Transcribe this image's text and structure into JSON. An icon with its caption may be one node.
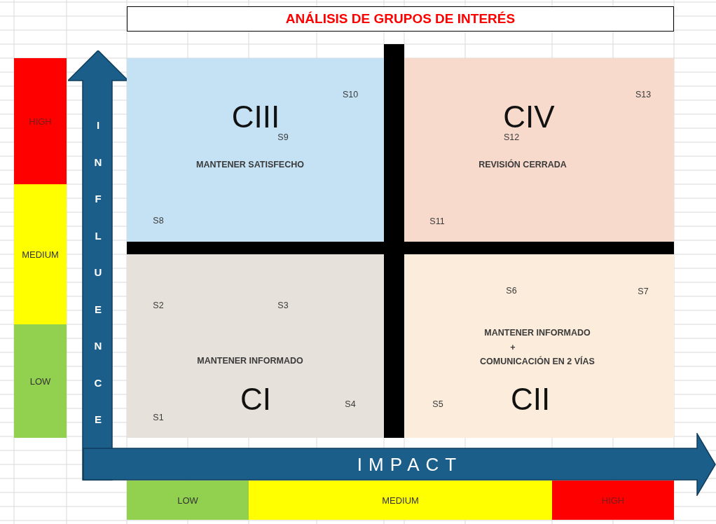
{
  "diagram": {
    "title": "ANÁLISIS DE GRUPOS DE INTERÉS",
    "nodes": [
      {
        "text": [
          "HIGH"
        ]
      },
      {
        "text": [
          "MEDIUM"
        ]
      },
      {
        "text": [
          "LOW"
        ]
      },
      {
        "text": [
          "INFLUENCE"
        ]
      },
      {
        "text": [
          "CIII",
          "MANTENER SATISFECHO"
        ]
      },
      {
        "text": [
          "CIV",
          "REVISIÓN CERRADA"
        ]
      },
      {
        "text": [
          "MANTENER INFORMADO",
          "CI"
        ]
      },
      {
        "text": [
          "MANTENER INFORMADO",
          "+",
          "COMUNICACIÓN EN 2 VÍAS",
          "CII"
        ]
      },
      {
        "text": [
          "IMPACT"
        ]
      },
      {
        "text": [
          "LOW"
        ]
      },
      {
        "text": [
          "MEDIUM"
        ]
      },
      {
        "text": [
          "HIGH"
        ]
      }
    ],
    "edges": [],
    "labels": [
      "S10",
      "S13",
      "S9",
      "S12",
      "S8",
      "S11",
      "S6",
      "S7",
      "S2",
      "S3",
      "S4",
      "S5",
      "S1"
    ]
  }
}
